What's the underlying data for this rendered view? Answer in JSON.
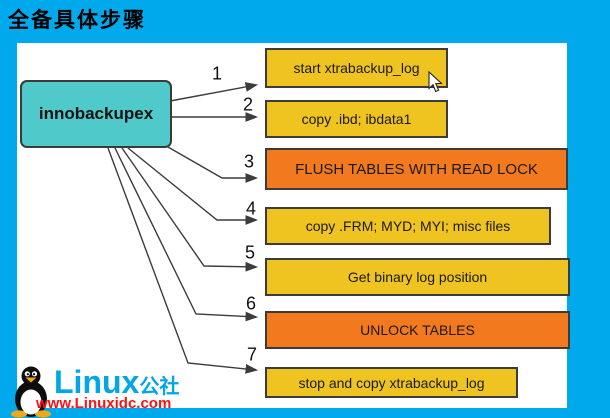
{
  "page": {
    "title": "全备具体步骤"
  },
  "diagram": {
    "source": {
      "label": "innobackupex"
    },
    "steps": [
      {
        "num": "1",
        "label": "start xtrabackup_log",
        "style": "yellow"
      },
      {
        "num": "2",
        "label": "copy .ibd; ibdata1",
        "style": "yellow"
      },
      {
        "num": "3",
        "label": "FLUSH TABLES WITH READ LOCK",
        "style": "orange"
      },
      {
        "num": "4",
        "label": "copy .FRM; MYD; MYI; misc files",
        "style": "yellow"
      },
      {
        "num": "5",
        "label": "Get binary log position",
        "style": "yellow"
      },
      {
        "num": "6",
        "label": "UNLOCK TABLES",
        "style": "orange"
      },
      {
        "num": "7",
        "label": "stop and copy xtrabackup_log",
        "style": "yellow"
      }
    ],
    "colors": {
      "background": "#00A8EC",
      "panel": "#FFFFFF",
      "source_box": "#4FC9C9",
      "yellow_box": "#F0C420",
      "orange_box": "#F2791E",
      "arrow": "#3C3C3C"
    }
  },
  "watermark": {
    "brand": "Linux",
    "brand_suffix": "公社",
    "url": "www.Linuxidc.com",
    "brand_color": "#00A6E8",
    "url_color": "#FF1111"
  }
}
